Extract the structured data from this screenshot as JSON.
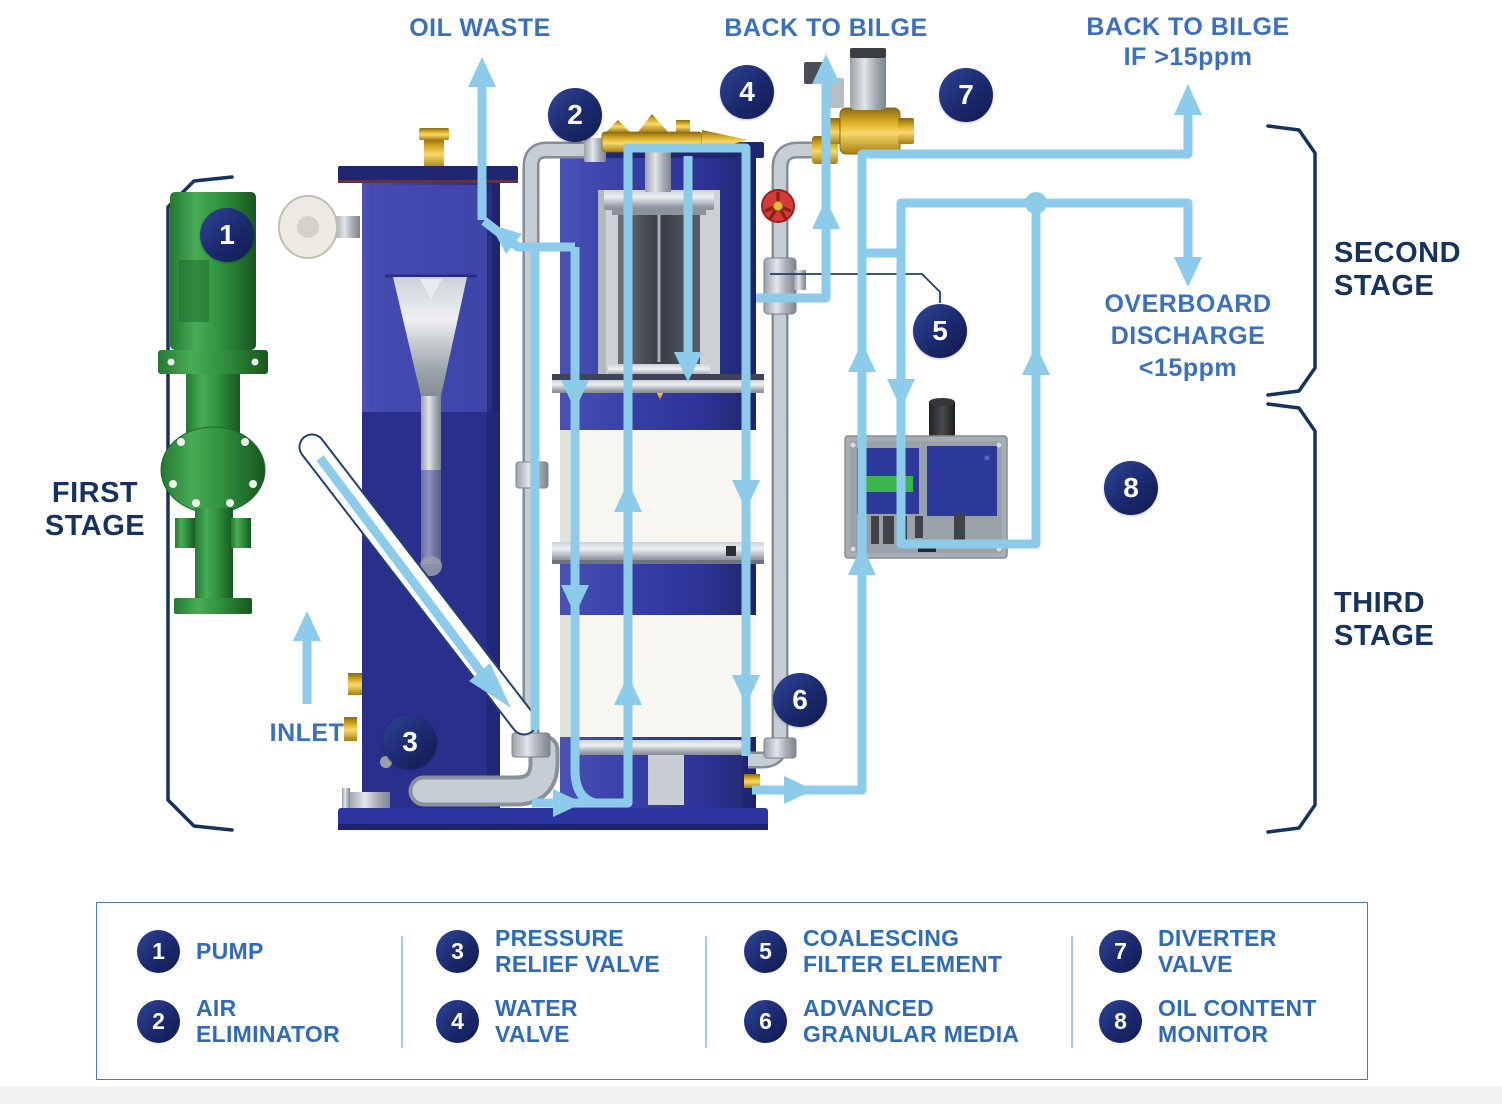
{
  "labels": {
    "oil_waste": "OIL WASTE",
    "back_to_bilge": "BACK TO BILGE",
    "back_to_bilge_if": [
      "BACK TO BILGE",
      "IF >15ppm"
    ],
    "overboard": [
      "OVERBOARD",
      "DISCHARGE",
      "<15ppm"
    ],
    "inlet": "INLET"
  },
  "stages": {
    "first": [
      "FIRST",
      "STAGE"
    ],
    "second": [
      "SECOND",
      "STAGE"
    ],
    "third": [
      "THIRD",
      "STAGE"
    ]
  },
  "badges": [
    "1",
    "2",
    "3",
    "4",
    "5",
    "6",
    "7",
    "8"
  ],
  "legend": {
    "items": [
      {
        "num": "1",
        "lines": [
          "PUMP",
          ""
        ]
      },
      {
        "num": "2",
        "lines": [
          "AIR",
          "ELIMINATOR"
        ]
      },
      {
        "num": "3",
        "lines": [
          "PRESSURE",
          "RELIEF VALVE"
        ]
      },
      {
        "num": "4",
        "lines": [
          "WATER",
          "VALVE"
        ]
      },
      {
        "num": "5",
        "lines": [
          "COALESCING",
          "FILTER ELEMENT"
        ]
      },
      {
        "num": "6",
        "lines": [
          "ADVANCED",
          "GRANULAR MEDIA"
        ]
      },
      {
        "num": "7",
        "lines": [
          "DIVERTER",
          "VALVE"
        ]
      },
      {
        "num": "8",
        "lines": [
          "OIL CONTENT",
          "MONITOR"
        ]
      }
    ]
  },
  "colors": {
    "flow_blue": "#8DCBEA",
    "label_blue": "#3A70BD",
    "stage_navy": "#16335E",
    "badge_navy": "#1B2A6E",
    "tank_blue": "#383FA8",
    "pump_green": "#2F8F3E",
    "brass_gold": "#D9A520",
    "legend_border": "#4C79AD"
  }
}
